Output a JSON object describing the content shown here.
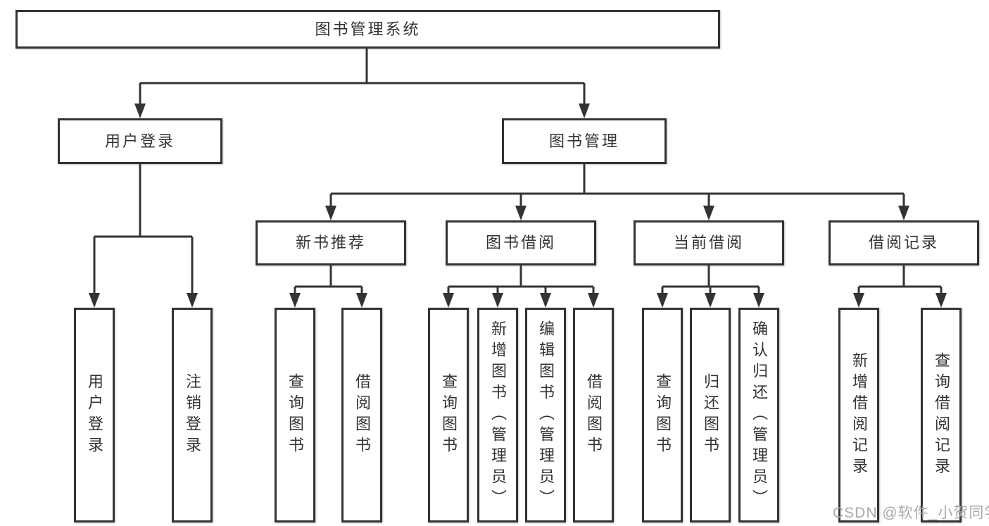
{
  "diagram": {
    "title": "图书管理系统",
    "root": {
      "label": "图书管理系统"
    },
    "level2": [
      {
        "id": "user-login",
        "label": "用户登录"
      },
      {
        "id": "book-management",
        "label": "图书管理"
      }
    ],
    "level3": [
      {
        "id": "new-book-recommend",
        "label": "新书推荐",
        "parent": "图书管理"
      },
      {
        "id": "book-borrow",
        "label": "图书借阅",
        "parent": "图书管理"
      },
      {
        "id": "current-borrow",
        "label": "当前借阅",
        "parent": "图书管理"
      },
      {
        "id": "borrow-records",
        "label": "借阅记录",
        "parent": "图书管理"
      }
    ],
    "leaves": [
      {
        "group": "用户登录",
        "label": "用户登录"
      },
      {
        "group": "用户登录",
        "label": "注销登录"
      },
      {
        "group": "新书推荐",
        "label": "查询图书"
      },
      {
        "group": "新书推荐",
        "label": "借阅图书"
      },
      {
        "group": "图书借阅",
        "label": "查询图书"
      },
      {
        "group": "图书借阅",
        "label": "新增图书（管理员）"
      },
      {
        "group": "图书借阅",
        "label": "编辑图书（管理员）"
      },
      {
        "group": "图书借阅",
        "label": "借阅图书"
      },
      {
        "group": "当前借阅",
        "label": "查询图书"
      },
      {
        "group": "当前借阅",
        "label": "归还图书"
      },
      {
        "group": "当前借阅",
        "label": "确认归还（管理员）"
      },
      {
        "group": "借阅记录",
        "label": "新增借阅记录"
      },
      {
        "group": "借阅记录",
        "label": "查询借阅记录"
      }
    ],
    "watermark": "CSDN @软件_小贺同学",
    "colors": {
      "line": "#333333",
      "text": "#333333",
      "box_fill": "#ffffff",
      "watermark": "#a9a9a9",
      "background": "#ffffff"
    }
  }
}
